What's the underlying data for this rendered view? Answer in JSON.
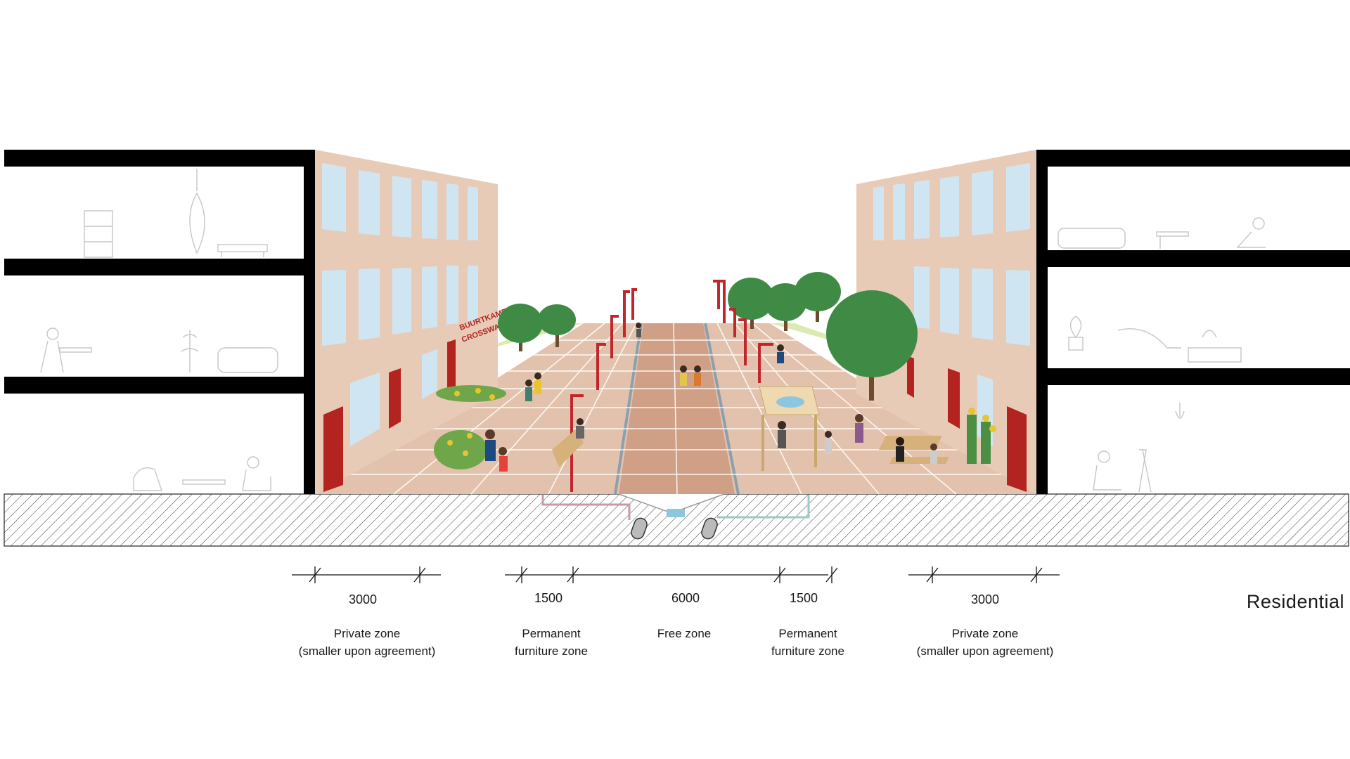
{
  "section": {
    "label": "Residential",
    "shop_sign": [
      "BUURTKAMER",
      "CROSSWAY"
    ],
    "zones": [
      {
        "id": "private-left",
        "dimension": "3000",
        "label_lines": [
          "Private zone",
          "(smaller upon agreement)"
        ]
      },
      {
        "id": "furniture-left",
        "dimension": "1500",
        "label_lines": [
          "Permanent",
          "furniture zone"
        ]
      },
      {
        "id": "free",
        "dimension": "6000",
        "label_lines": [
          "Free zone"
        ]
      },
      {
        "id": "furniture-right",
        "dimension": "1500",
        "label_lines": [
          "Permanent",
          "furniture zone"
        ]
      },
      {
        "id": "private-right",
        "dimension": "3000",
        "label_lines": [
          "Private zone",
          "(smaller upon agreement)"
        ]
      }
    ]
  },
  "colors": {
    "facade": "#e8cbb6",
    "window": "#cfe6f2",
    "door": "#b3231f",
    "paving": "#e3c2ad",
    "green_strip": "#d5e6a3",
    "free_zone": "#cf9f86",
    "tree": "#3f8b45",
    "lamp": "#c0272d",
    "slab": "#000000",
    "hatch": "#333333"
  }
}
